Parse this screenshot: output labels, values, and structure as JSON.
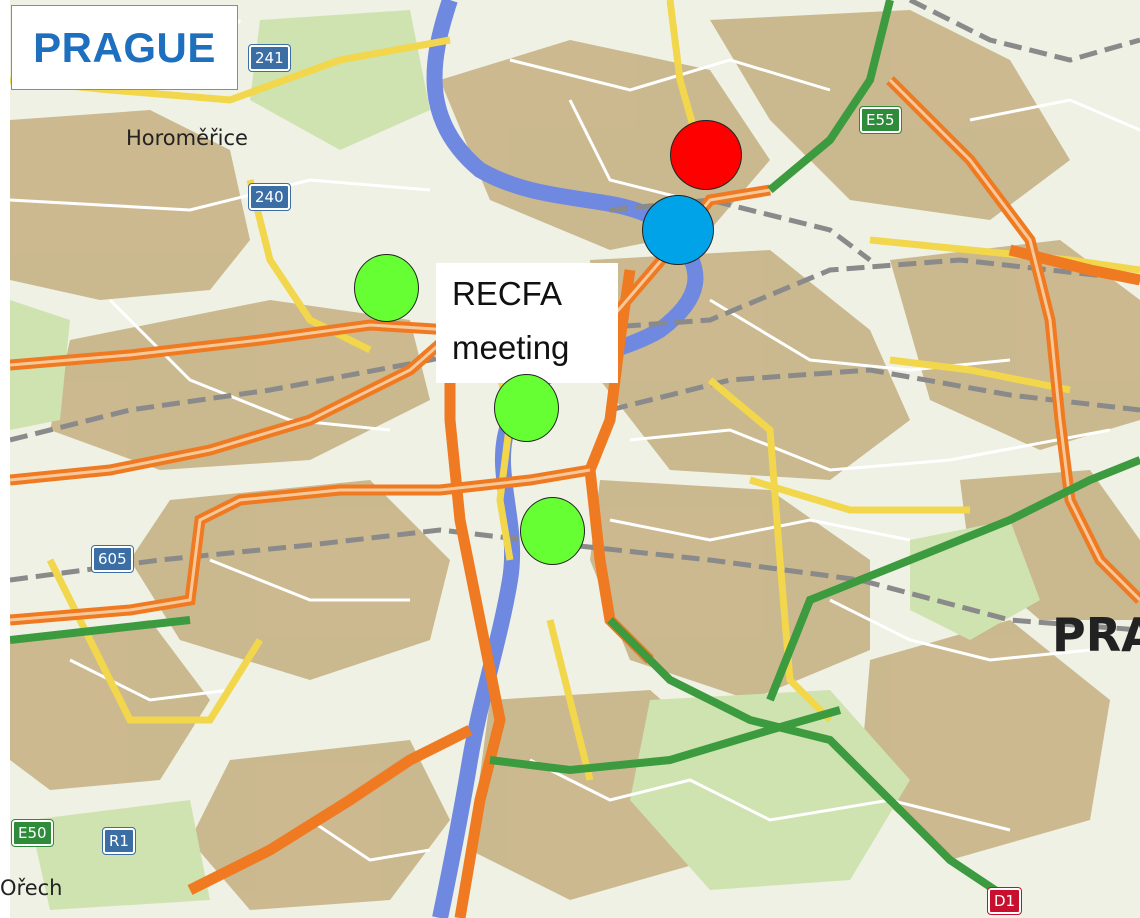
{
  "title": "PRAGUE",
  "annotation": [
    "RECFA",
    "meeting"
  ],
  "map_labels": {
    "shields": [
      "241",
      "240",
      "605",
      "E55",
      "E50",
      "R1",
      "D1"
    ],
    "places": [
      "Horoměřice",
      "Ořech",
      "PRA"
    ]
  },
  "markers": {
    "red": "#ff0000",
    "blue": "#00a3e8",
    "green": "#66ff33"
  },
  "colors": {
    "title": "#1f6fbf",
    "river": "#6f88e0",
    "main_road": "#ef7a22",
    "highway": "#3c9a3f",
    "secondary_road": "#f2d64b"
  }
}
